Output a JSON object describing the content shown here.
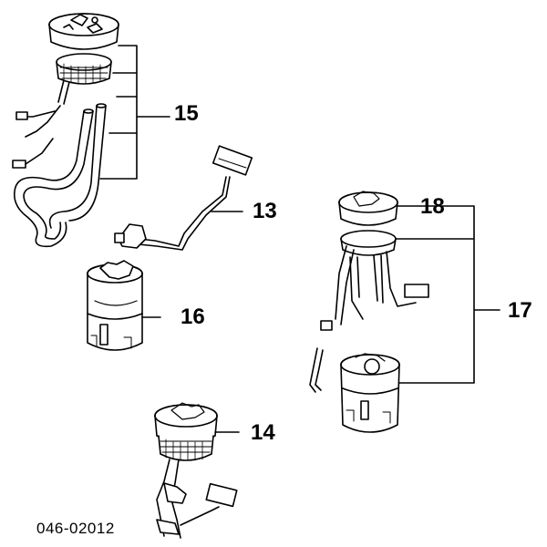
{
  "diagram": {
    "callouts": {
      "c13": "13",
      "c14": "14",
      "c15": "15",
      "c16": "16",
      "c17": "17",
      "c18": "18"
    },
    "document_number": "046-02012",
    "colors": {
      "line": "#000000",
      "background": "#ffffff",
      "part_fill": "#ffffff",
      "shade": "#d8d8d8"
    }
  }
}
